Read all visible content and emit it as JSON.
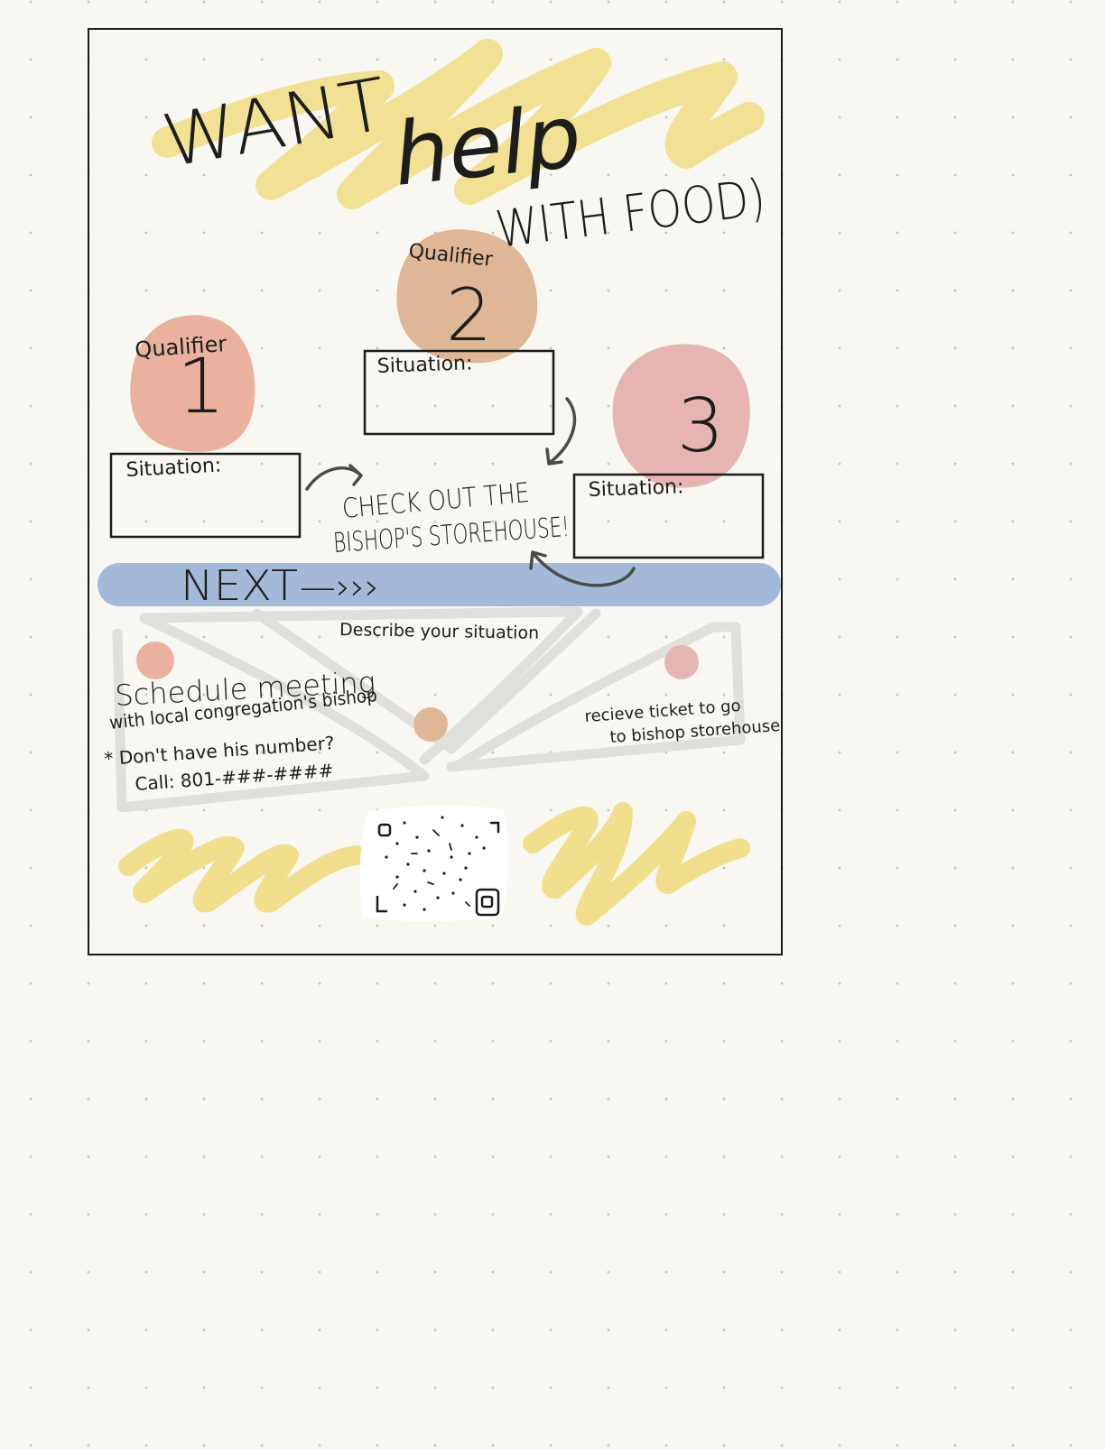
{
  "colors": {
    "yellow": "#f1df8e",
    "blue": "#a4b9d9",
    "blue_text": "#5f8fe0",
    "gray_stroke": "#e0dfda",
    "qualifier_1": "#eab19e",
    "qualifier_2": "#dfb796",
    "qualifier_3": "#e7b4b4",
    "ink": "#1d1d1b"
  },
  "title": {
    "line1": "WANT",
    "line2": "help",
    "line3": "WITH FOOD)"
  },
  "qualifiers": [
    {
      "label": "Qualifier",
      "number": "1",
      "situation_label": "Situation:"
    },
    {
      "label": "Qualifier",
      "number": "2",
      "situation_label": "Situation:"
    },
    {
      "label": "",
      "number": "3",
      "situation_label": "Situation:"
    }
  ],
  "callout": {
    "line1": "CHECK OUT THE",
    "line2": "BISHOP'S STOREHOUSE!"
  },
  "next_bar": {
    "label": "NEXT",
    "arrow": "—›››"
  },
  "steps": {
    "describe": "Describe your situation",
    "schedule_line1": "Schedule meeting",
    "schedule_line2": "with local congregation's bishop",
    "note_line1": "* Don't have his number?",
    "note_line2": "Call: 801-###-####",
    "ticket_line1": "recieve ticket to go",
    "ticket_line2": "to bishop storehouse"
  },
  "qr_icon": "qr-code-icon"
}
